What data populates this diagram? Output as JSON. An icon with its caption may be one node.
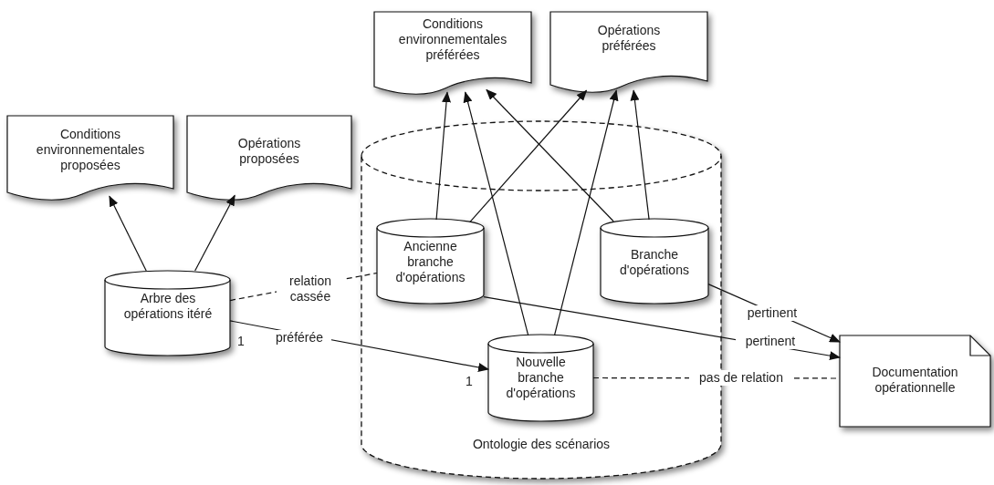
{
  "diagram": {
    "nodes": [
      {
        "text": [
          "Conditions environnementales proposées"
        ]
      },
      {
        "text": [
          "Opérations proposées"
        ]
      },
      {
        "text": [
          "Conditions environnementales préférées"
        ]
      },
      {
        "text": [
          "Opérations préférées"
        ]
      },
      {
        "text": [
          "Ontologie des scénarios"
        ]
      },
      {
        "text": [
          "Arbre des opérations itéré"
        ]
      },
      {
        "text": [
          "Ancienne branche d'opérations"
        ],
        "in": 4
      },
      {
        "text": [
          "Branche d'opérations"
        ],
        "in": 4
      },
      {
        "text": [
          "Nouvelle branche d'opérations"
        ],
        "in": 4
      },
      {
        "text": [
          "Documentation opérationnelle"
        ]
      }
    ],
    "edges": [
      {
        "from": 5,
        "to": 0,
        "arrow": "to"
      },
      {
        "from": 5,
        "to": 1,
        "arrow": "to"
      },
      {
        "from": 6,
        "to": 2,
        "arrow": "to"
      },
      {
        "from": 6,
        "to": 3,
        "arrow": "to"
      },
      {
        "from": 8,
        "to": 2,
        "arrow": "to"
      },
      {
        "from": 8,
        "to": 3,
        "arrow": "to"
      },
      {
        "from": 7,
        "to": 2,
        "arrow": "to"
      },
      {
        "from": 7,
        "to": 3,
        "arrow": "to"
      },
      {
        "from": 5,
        "to": 6,
        "arrow": "none",
        "label": "relation cassée",
        "style": "dashed"
      },
      {
        "from": 5,
        "to": 8,
        "arrow": "to",
        "label": "préférée"
      },
      {
        "from": 7,
        "to": 9,
        "arrow": "to",
        "label": "pertinent"
      },
      {
        "from": 6,
        "to": 9,
        "arrow": "to",
        "label": "pertinent"
      },
      {
        "from": 8,
        "to": 9,
        "arrow": "none",
        "label": "pas de relation",
        "style": "dashed"
      }
    ],
    "labels": [
      "1",
      "1"
    ]
  }
}
